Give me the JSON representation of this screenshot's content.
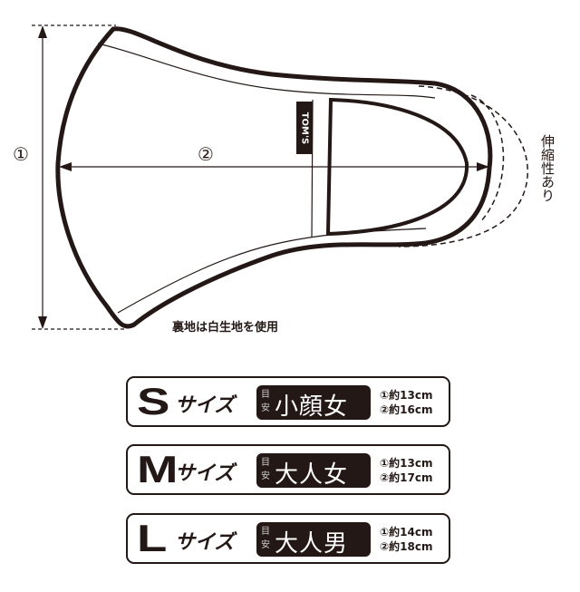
{
  "diagram": {
    "label_height": "①",
    "label_width": "②",
    "brand": "TOM'S",
    "stretch_note": "伸縮性あり",
    "lining_note": "裏地は白生地を使用"
  },
  "sizes": [
    {
      "letter": "S",
      "label": "サイズ",
      "meyasu": "目安",
      "target": "小顔女性",
      "dim1": "①約13cm",
      "dim2": "②約16cm"
    },
    {
      "letter": "M",
      "label": "サイズ",
      "meyasu": "目安",
      "target": "大人女性",
      "dim1": "①約13cm",
      "dim2": "②約17cm"
    },
    {
      "letter": "L",
      "label": "サイズ",
      "meyasu": "目安",
      "target": "大人男性",
      "dim1": "①約14cm",
      "dim2": "②約18cm"
    }
  ],
  "colors": {
    "ink": "#231815"
  }
}
